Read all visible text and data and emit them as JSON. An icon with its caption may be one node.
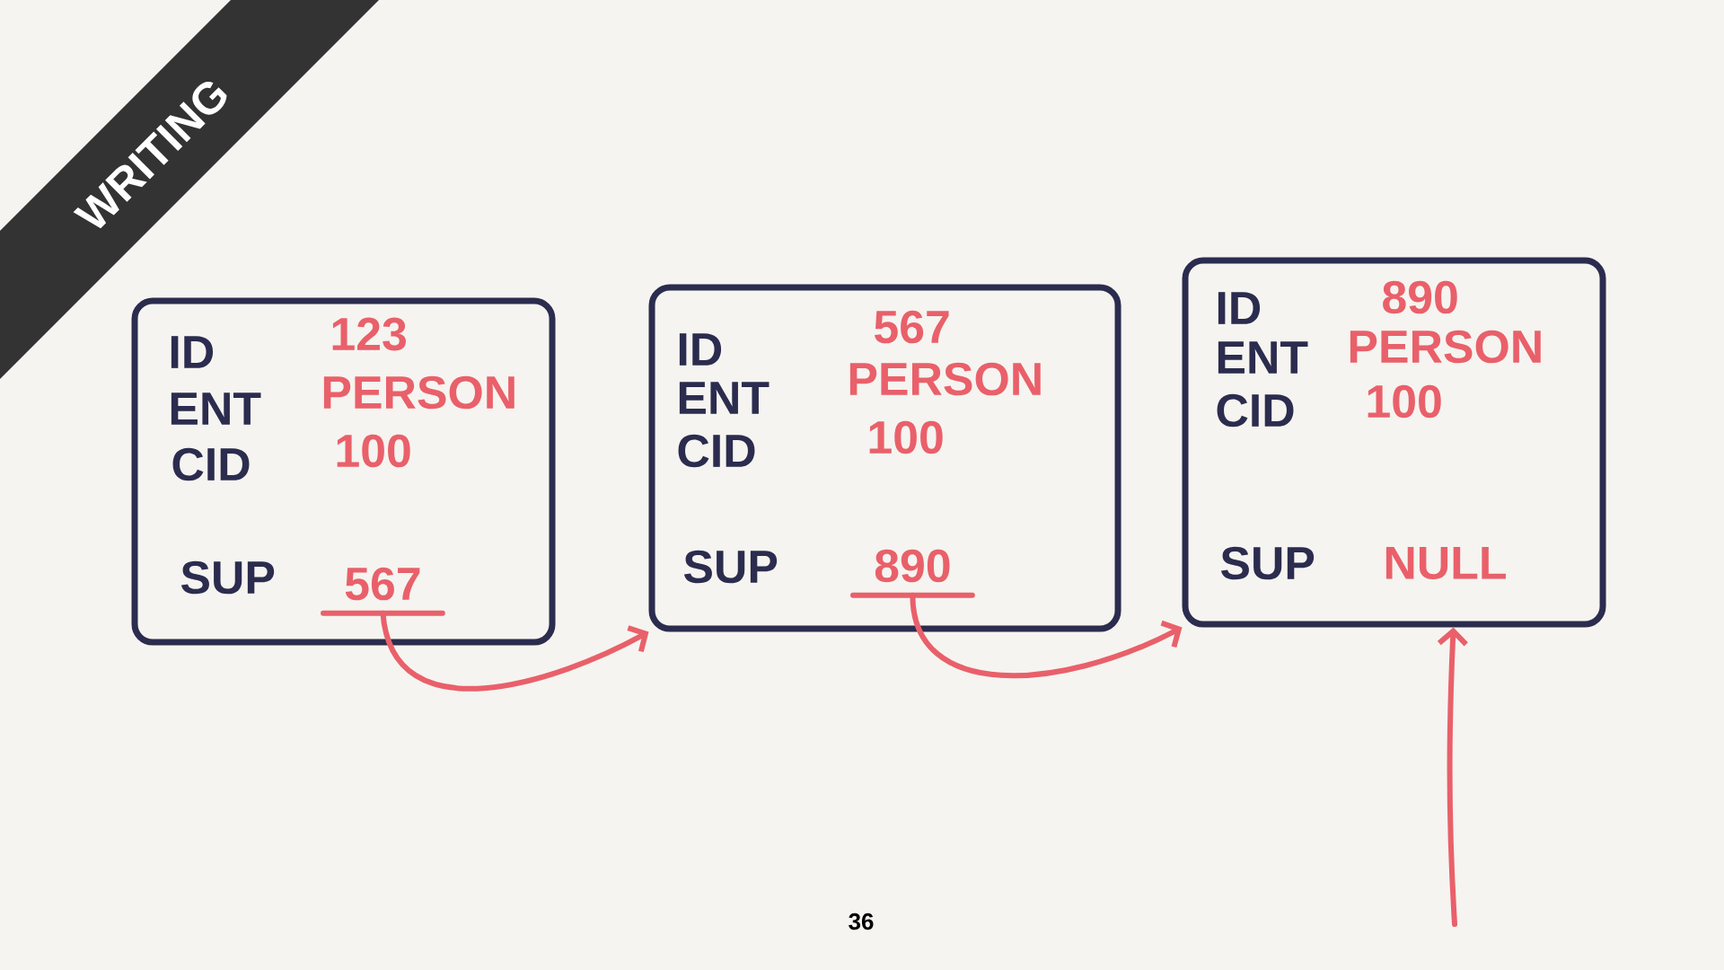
{
  "diagram": {
    "nodes": [
      {
        "text": [
          "ID",
          "123",
          "ENT",
          "PERSON",
          "CID",
          "100",
          "SUP"
        ]
      },
      {
        "text": [
          "567"
        ],
        "in": 0
      },
      {
        "text": [
          "ID",
          "567",
          "ENT",
          "PERSON",
          "CID",
          "100",
          "SUP"
        ]
      },
      {
        "text": [
          "890"
        ],
        "in": 2
      },
      {
        "text": [
          "ID",
          "890",
          "ENT",
          "PERSON",
          "CID",
          "100",
          "SUP",
          "NULL"
        ]
      }
    ],
    "edges": [
      {
        "from": 1,
        "to": 2,
        "arrow": "to"
      },
      {
        "from": 3,
        "to": 4,
        "arrow": "to"
      },
      {
        "from": null,
        "to": 4,
        "arrow": "to"
      }
    ],
    "labels": [
      "WRITING",
      "36"
    ]
  }
}
